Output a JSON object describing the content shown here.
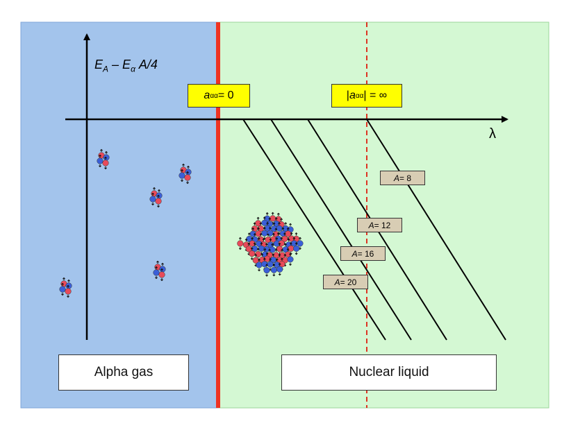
{
  "colors": {
    "alpha_gas_bg": "#a3c4ec",
    "nuclear_liquid_bg": "#d4f8d3",
    "transition_line": "#ee3322",
    "unitary_line": "#dd3322",
    "label_yellow": "#ffff00",
    "label_tan": "#d8cdb4",
    "proton": "#e84a5a",
    "neutron": "#3a5fd8"
  },
  "axes": {
    "y_label": {
      "e_a_sym": "E",
      "a_sub": "A",
      "minus": " – ",
      "e_alpha_sym": "E",
      "alpha_sub": "α",
      "tail": " A/4"
    },
    "x_label": "λ"
  },
  "boundary": {
    "prefix": "a",
    "sub": "αα",
    "value": " = 0"
  },
  "unitary": {
    "open_bar": "|",
    "prefix": "a",
    "sub": "αα",
    "close": "| = ∞"
  },
  "curves": [
    {
      "a_sym": "A",
      "value": " = 8"
    },
    {
      "a_sym": "A",
      "value": " = 12"
    },
    {
      "a_sym": "A",
      "value": " = 16"
    },
    {
      "a_sym": "A",
      "value": " = 20"
    }
  ],
  "regions": {
    "alpha_gas": "Alpha gas",
    "nuclear_liquid": "Nuclear liquid"
  },
  "icons": {
    "alpha_cluster": "alpha-cluster-icon",
    "nucleus_cluster": "nucleus-cluster-icon"
  }
}
